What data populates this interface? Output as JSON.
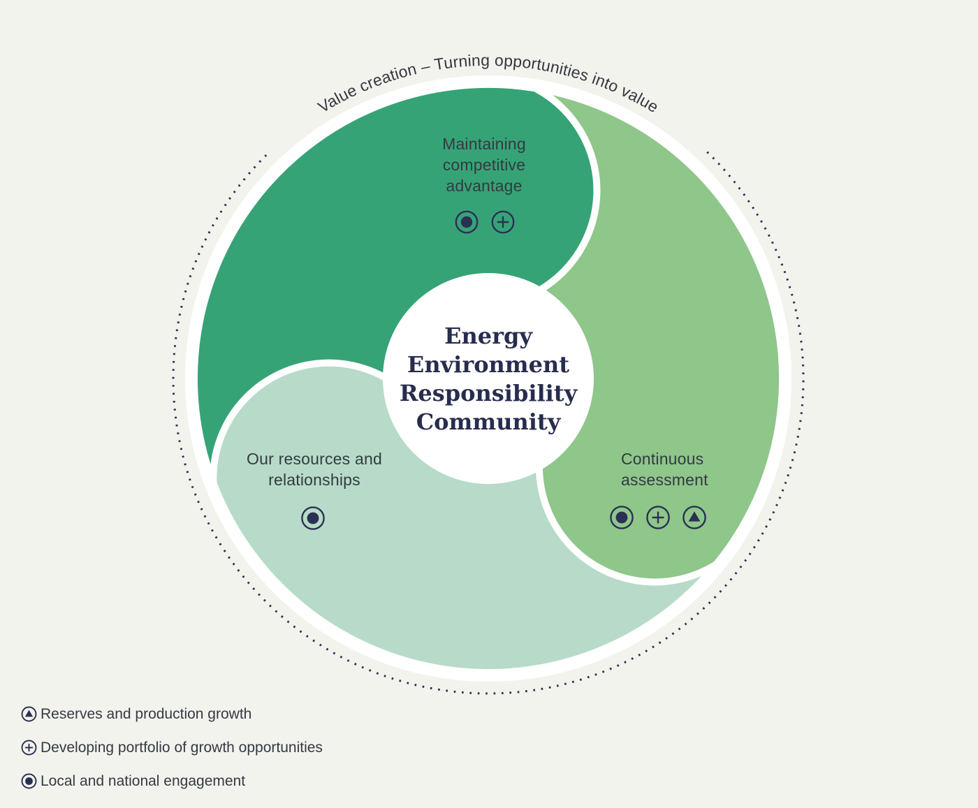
{
  "title_arc": "Value creation – Turning opportunities into value",
  "center_circle": {
    "lines": [
      "Energy",
      "Environment",
      "Responsibility",
      "Community"
    ]
  },
  "segments": [
    {
      "name": "maintaining-competitive-advantage",
      "color": "#36a377",
      "label_lines": [
        "Maintaining",
        "competitive",
        "advantage"
      ],
      "icons": [
        "dot",
        "plus"
      ]
    },
    {
      "name": "continuous-assessment",
      "color": "#8fc68a",
      "label_lines": [
        "Continuous",
        "assessment"
      ],
      "icons": [
        "dot",
        "plus",
        "triangle"
      ]
    },
    {
      "name": "our-resources-and-relationships",
      "color": "#b7dbc8",
      "label_lines": [
        "Our resources and",
        "relationships"
      ],
      "icons": [
        "dot"
      ]
    }
  ],
  "legend": [
    {
      "icon": "triangle-icon",
      "label": "Reserves and production growth"
    },
    {
      "icon": "plus-icon",
      "label": "Developing portfolio of growth opportunities"
    },
    {
      "icon": "dot-icon",
      "label": "Local and national engagement"
    }
  ],
  "colors": {
    "background": "#f3f3ee",
    "dark_green": "#36a377",
    "medium_green": "#8fc68a",
    "pale_green": "#b7dbc8",
    "navy": "#2b3053",
    "center_text": "#282d4e",
    "label_text": "#333a42",
    "white": "#ffffff"
  }
}
